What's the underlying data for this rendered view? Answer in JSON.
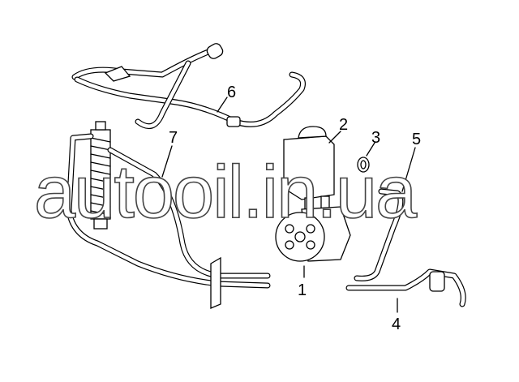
{
  "diagram": {
    "callouts": [
      "1",
      "2",
      "3",
      "4",
      "5",
      "6",
      "7"
    ],
    "watermark": "autooil.in.ua"
  }
}
